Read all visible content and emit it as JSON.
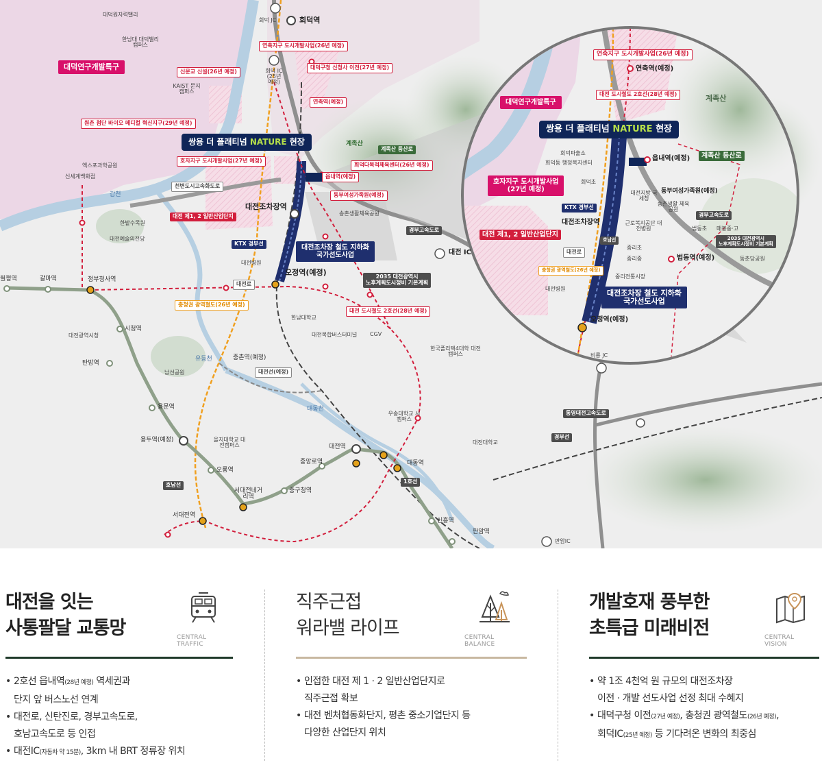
{
  "map": {
    "districts": {
      "daedeok_special_zone": "대덕연구개발특구",
      "daedeok_special_zone_zoom": "대덕연구개발특구"
    },
    "project": {
      "label_prefix": "쌍용 더 플래티넘 ",
      "label_highlight": "NATURE",
      "label_suffix": " 현장"
    },
    "places": [
      {
        "name": "대덕원자력밸리"
      },
      {
        "name": "한남대 대덕밸리 캠퍼스"
      },
      {
        "name": "KAIST 문지캠퍼스"
      },
      {
        "name": "엑스포과학공원"
      },
      {
        "name": "신세계백화점"
      },
      {
        "name": "한밭수목원"
      },
      {
        "name": "대전예술의전당"
      },
      {
        "name": "대전병원"
      },
      {
        "name": "송촌생활체육공원"
      },
      {
        "name": "한남대학교"
      },
      {
        "name": "대전복합버스터미널"
      },
      {
        "name": "CGV"
      },
      {
        "name": "한국폴리텍4대학 대전캠퍼스"
      },
      {
        "name": "남선공원"
      },
      {
        "name": "우송대학교 서캠퍼스"
      },
      {
        "name": "을지대학교 대전캠퍼스"
      },
      {
        "name": "대전대학교"
      },
      {
        "name": "대전광역시청"
      },
      {
        "name": "회덕 JC"
      },
      {
        "name": "회덕 IC (25년 예정)"
      },
      {
        "name": "대전 IC"
      },
      {
        "name": "비룡 JC"
      },
      {
        "name": "판암IC"
      }
    ],
    "rivers": [
      "갑천",
      "유등천",
      "대동천"
    ],
    "mountains": [
      "계족산"
    ],
    "stations": [
      "월평역",
      "갈마역",
      "정부청사역",
      "시청역",
      "대전광역시청",
      "탄방역",
      "용문역",
      "용두역(예정)",
      "오룡역",
      "서대전네거리역",
      "서대전역",
      "중구청역",
      "중앙로역",
      "대전역",
      "대동역",
      "신흥역",
      "판암역",
      "회덕역",
      "대전조차장역",
      "오정역(예정)",
      "중촌역(예정)",
      "읍내역(예정)",
      "연축역(예정)"
    ],
    "tags": {
      "yeonchuk_dev": "연축지구 도시개발사업(26년 예정)",
      "daedeok_office": "대덕구청 신청사 이전(27년 예정)",
      "sinmungyo": "신문교 신설(26년 예정)",
      "yeonchuk_station": "연축역(예정)",
      "bio_zone": "원촌 첨단 바이오 메디컬 혁신지구(29년 예정)",
      "hoja_dev": "호자지구 도시개발사업(27년 예정)",
      "gyejoksan_road": "계족산 등산로",
      "hoedeok_sports": "회덕다목적체육센터(26년 예정)",
      "eupnae_station": "읍내역(예정)",
      "dongbu_family": "동부여성가족원(예정)",
      "cheonbyeon_road": "천변도시고속화도로",
      "industrial": "대전 제1, 2 일반산업단지",
      "gyeongbu_expressway": "경부고속도로",
      "ktx": "경부선",
      "jochajang_tunnel_1": "대전조차장 철도 지하화",
      "jochajang_tunnel_2": "국가선도사업",
      "daejeon_road": "대전로",
      "plan_2035_1": "2035 대전광역시",
      "plan_2035_2": "노후계획도시정비 기본계획",
      "chungcheong_rail": "충청권 광역철도(26년 예정)",
      "line2": "대전 도시철도 2호선(28년 예정)",
      "daejeon_line": "대전선(예정)",
      "tongyeong_expressway": "통영대전고속도로",
      "honam_line": "호남선",
      "line1": "1호선",
      "gyeongbu_line": "경부선"
    },
    "zoom": {
      "yeonchuk_dev": "연축지구 도시개발사업(26년 예정)",
      "yeonchuk_station": "연축역(예정)",
      "line2": "대전 도시철도 2호선(28년 예정)",
      "hoedeok_center": "회덕파출소",
      "welfare_center": "회덕동 행정복지센터",
      "hoedeok_elem": "회덕초",
      "eupnae": "읍내역(예정)",
      "gyejok_road": "계족산 등산로",
      "gyejoksan": "계족산",
      "hoja_dev_1": "호자지구 도시개발사업",
      "hoja_dev_2": "(27년 예정)",
      "daejeon_bank": "대전지방 국세청",
      "dongbu": "동부여성가족원(예정)",
      "songchon": "송촌생활 체육공원",
      "ktx": "경부선",
      "jochajang": "대전조차장역",
      "honam": "호남선",
      "welfare": "근로복지공단 대전병원",
      "gyeongbu_exp": "경부고속도로",
      "beopdong_elem": "법동초",
      "maebong_high": "매봉중·고",
      "plan_2035_1": "2035 대전광역시",
      "plan_2035_2": "노후계획도시정비 기본계획",
      "industrial": "대전 제1, 2 일반산업단지",
      "jungri_elem": "중리초",
      "jungri_mid": "중리중",
      "beopdong_station": "법동역(예정)",
      "dongchun_park": "동춘당공원",
      "daejeon_road": "대전로",
      "chungcheong": "충청권 광역철도(26년 예정)",
      "jungri_market": "중리전통시장",
      "daejeon_hospital": "대전병원",
      "tunnel_1": "대전조차장 철도 지하화",
      "tunnel_2": "국가선도사업",
      "ojeong": "오정역(예정)"
    }
  },
  "sections": [
    {
      "title_1": "대전을 잇는",
      "title_2": "사통팔달 교통망",
      "icon": "train-icon",
      "english": "CENTRAL TRAFFIC",
      "rule_color": "#1f3a2a",
      "bullets": [
        {
          "main": "2호선 읍내역",
          "small": "(28년 예정)",
          "rest": " 역세권과"
        },
        {
          "main": "단지 앞 버스노선 연계",
          "cont": true
        },
        {
          "main": "대전로, 신탄진로, 경부고속도로,"
        },
        {
          "main": "호남고속도로 등 인접",
          "cont": true
        },
        {
          "main": "대전IC",
          "small": "(자동차 약 15분)",
          "rest": ", 3km 내 BRT 정류장 위치"
        }
      ]
    },
    {
      "title_1": "직주근접",
      "title_2": "워라밸 라이프",
      "icon": "tree-icon",
      "english": "CENTRAL BALANCE",
      "rule_color": "#c8b8a0",
      "bullets": [
        {
          "main": "인접한 대전 제 1 · 2 일반산업단지로"
        },
        {
          "main": "직주근접 확보",
          "cont": true
        },
        {
          "main": "대전 벤처협동화단지, 평촌 중소기업단지 등"
        },
        {
          "main": "다양한 산업단지 위치",
          "cont": true
        }
      ]
    },
    {
      "title_1": "개발호재 풍부한",
      "title_2": "초특급 미래비전",
      "icon": "map-pin-icon",
      "english": "CENTRAL VISION",
      "rule_color": "#1f3a2a",
      "bullets": [
        {
          "main": "약 1조 4천억 원 규모의 대전조차장"
        },
        {
          "main": "이전 · 개발 선도사업 선정 최대 수혜지",
          "cont": true
        },
        {
          "main": "대덕구청 이전",
          "small": "(27년 예정)",
          "rest": ", 충청권 광역철도",
          "small2": "(26년 예정)",
          "rest2": ","
        },
        {
          "main": "회덕IC",
          "small": "(25년 예정)",
          "rest": " 등 기다려온 변화의 최중심",
          "cont": true
        }
      ]
    }
  ]
}
